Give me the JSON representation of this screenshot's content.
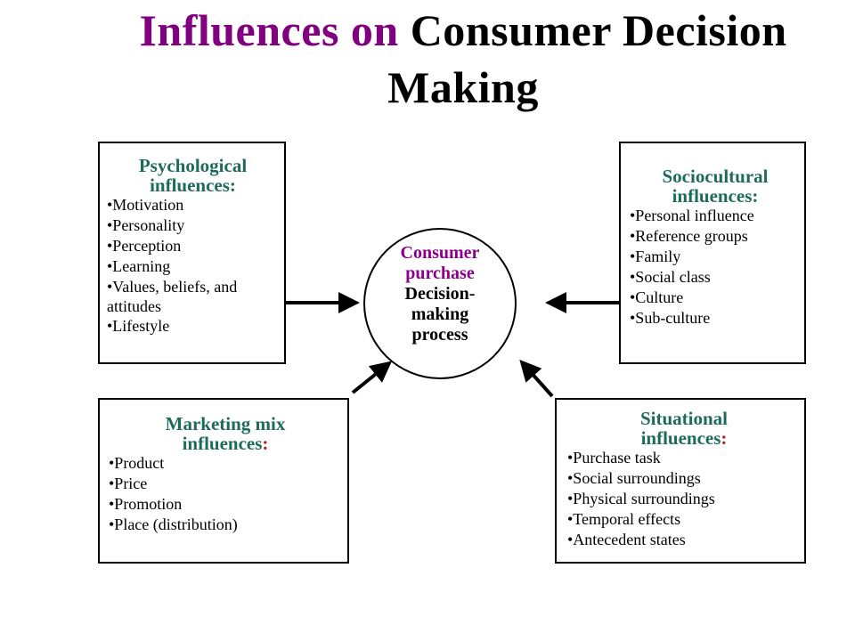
{
  "title": {
    "accent": "Influences on",
    "rest": "Consumer Decision Making"
  },
  "center": {
    "line1": "Consumer",
    "line2": "purchase",
    "line3": "Decision-",
    "line4": "making",
    "line5": "process"
  },
  "boxes": {
    "psychological": {
      "title_line1": "Psychological",
      "title_line2": "influences:",
      "items": [
        "•Motivation",
        "•Personality",
        "•Perception",
        "•Learning",
        "•Values, beliefs, and attitudes",
        "•Lifestyle"
      ]
    },
    "sociocultural": {
      "title_line1": "Sociocultural",
      "title_line2": "influences:",
      "items": [
        "•Personal influence",
        "•Reference groups",
        "•Family",
        "•Social class",
        "•Culture",
        "•Sub-culture"
      ]
    },
    "marketing": {
      "title_line1": "Marketing mix",
      "title_line2": "influences",
      "colon": ":",
      "items": [
        "•Product",
        "•Price",
        "•Promotion",
        "•Place (distribution)"
      ]
    },
    "situational": {
      "title_line1": "Situational",
      "title_line2": "influences",
      "colon": ":",
      "items": [
        "•Purchase task",
        "•Social surroundings",
        "•Physical surroundings",
        "•Temporal effects",
        "•Antecedent states"
      ]
    }
  },
  "colors": {
    "title_accent": "#800080",
    "box_title": "#1f6b5b",
    "center_accent": "#8b008b",
    "colon_red": "#b22222"
  }
}
